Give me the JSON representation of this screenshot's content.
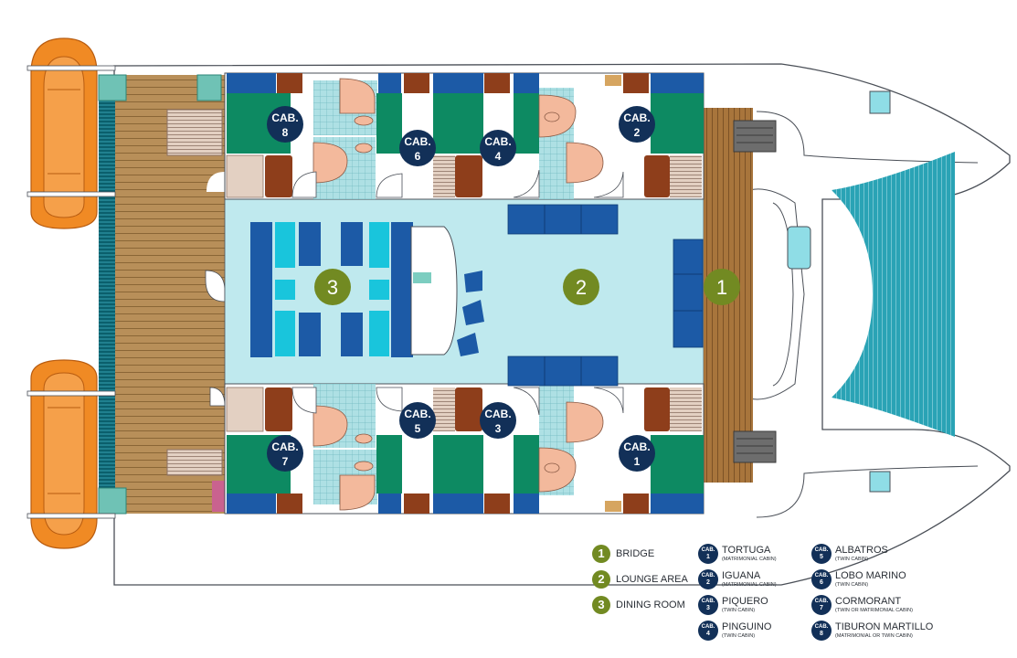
{
  "colors": {
    "lounge": "#bfe9ee",
    "deck_wood": "#b88f59",
    "bridge_wood": "#a8753c",
    "sofa_blue": "#1c5aa6",
    "bed_green": "#0d8a62",
    "wardrobe_brown": "#8e3e1b",
    "bath_tile": "#aee0e4",
    "fixture_peach": "#f3b99c",
    "hull_outline": "#4a4f57",
    "cabin_badge": "#123058",
    "area_badge": "#728a22",
    "raft_orange": "#f08a24"
  },
  "diagram": {
    "areas": [
      {
        "num": "1",
        "label": "BRIDGE"
      },
      {
        "num": "2",
        "label": "LOUNGE AREA"
      },
      {
        "num": "3",
        "label": "DINING ROOM"
      }
    ],
    "cabin_badge_text": "CAB.",
    "cabins": [
      {
        "num": "1",
        "name": "TORTUGA",
        "type": "(MATRIMONIAL CABIN)"
      },
      {
        "num": "2",
        "name": "IGUANA",
        "type": "(MATRIMONIAL CABIN)"
      },
      {
        "num": "3",
        "name": "PIQUERO",
        "type": "(TWIN CABIN)"
      },
      {
        "num": "4",
        "name": "PINGUINO",
        "type": "(TWIN CABIN)"
      },
      {
        "num": "5",
        "name": "ALBATROS",
        "type": "(TWIN CABIN)"
      },
      {
        "num": "6",
        "name": "LOBO MARINO",
        "type": "(TWIN CABIN)"
      },
      {
        "num": "7",
        "name": "CORMORANT",
        "type": "(TWIN OR MATRIMONIAL CABIN)"
      },
      {
        "num": "8",
        "name": "TIBURON MARTILLO",
        "type": "(MATRIMONIAL OR TWIN CABIN)"
      }
    ]
  }
}
